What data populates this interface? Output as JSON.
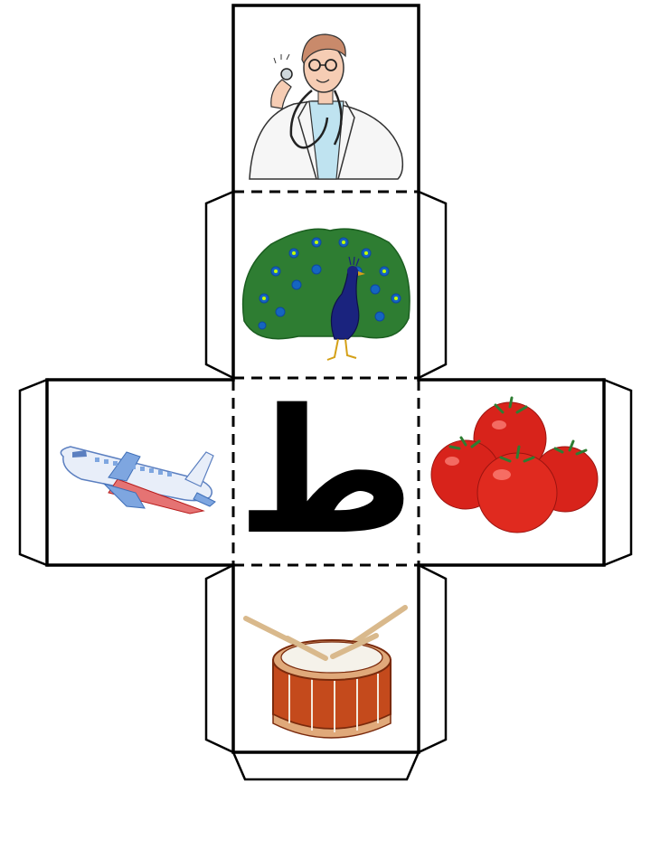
{
  "center_face": {
    "letter": "ط"
  },
  "faces": {
    "top": "doctor-with-stethoscope",
    "upper_middle": "peacock",
    "left": "airplane",
    "right": "tomatoes",
    "bottom": "drum-with-sticks"
  },
  "colors": {
    "outline": "#000000",
    "background": "#ffffff",
    "tomato": "#d8231b",
    "peacock_green": "#2e7d32",
    "peacock_blue": "#1a237e",
    "drum_shell": "#c44a1c",
    "airplane_body": "#e8eef9",
    "airplane_accent": "#7ea6e0"
  }
}
